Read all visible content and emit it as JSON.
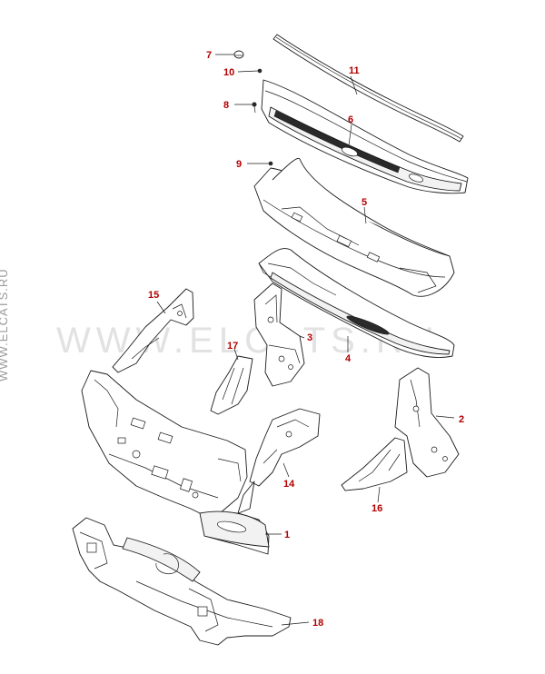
{
  "watermark": {
    "center_text": "WWW.ELCATS.RU",
    "side_text": "WWW.ELCATS.RU"
  },
  "callouts": [
    {
      "id": "1",
      "label": "1"
    },
    {
      "id": "2",
      "label": "2"
    },
    {
      "id": "3",
      "label": "3"
    },
    {
      "id": "4",
      "label": "4"
    },
    {
      "id": "5",
      "label": "5"
    },
    {
      "id": "6",
      "label": "6"
    },
    {
      "id": "7",
      "label": "7"
    },
    {
      "id": "8",
      "label": "8"
    },
    {
      "id": "9",
      "label": "9"
    },
    {
      "id": "10",
      "label": "10"
    },
    {
      "id": "11",
      "label": "11"
    },
    {
      "id": "14",
      "label": "14"
    },
    {
      "id": "15",
      "label": "15"
    },
    {
      "id": "16",
      "label": "16"
    },
    {
      "id": "17",
      "label": "17"
    },
    {
      "id": "18",
      "label": "18"
    }
  ],
  "colors": {
    "callout_text": "#b30000",
    "line_art": "#1a1a1a",
    "watermark": "#e2e2e2",
    "background": "#ffffff"
  }
}
